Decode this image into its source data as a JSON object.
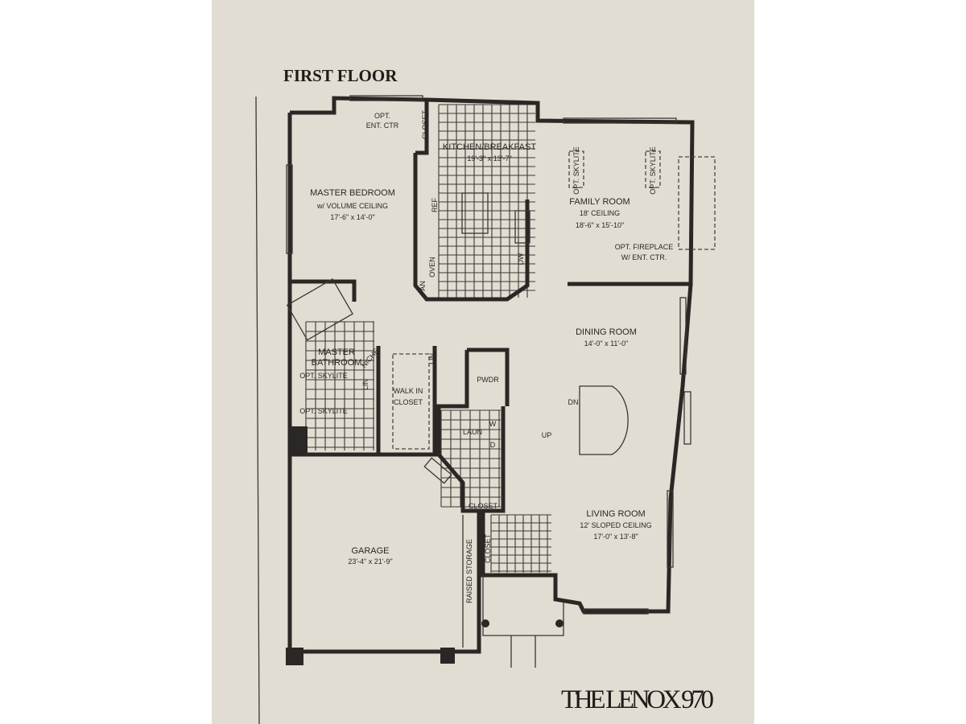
{
  "title": "FIRST FLOOR",
  "brand": "THE LENOX 970",
  "rooms": {
    "master_bedroom": {
      "name": "MASTER BEDROOM",
      "note": "w/ VOLUME CEILING",
      "size": "17'-6\" x 14'-0\""
    },
    "ent_ctr": {
      "line1": "OPT.",
      "line2": "ENT. CTR"
    },
    "closet_top": "CLOSET",
    "kitchen": {
      "name": "KITCHEN/BREAKFAST",
      "size": "19'-3\" x 13'-7\""
    },
    "ref": "REF",
    "oven": "OVEN",
    "pan": "PAN",
    "dw": "DW",
    "family_room": {
      "name": "FAMILY ROOM",
      "note": "18' CEILING",
      "size": "18'-6\" x 15'-10\""
    },
    "skylite": "OPT. SKYLITE",
    "fireplace": {
      "line1": "OPT. FIREPLACE",
      "line2": "W/ ENT. CTR."
    },
    "dining_room": {
      "name": "DINING ROOM",
      "size": "14'-0\" x 11'-0\""
    },
    "master_bath": {
      "line1": "MASTER",
      "line2": "BATHROOM",
      "skylite1": "OPT. SKYLITE",
      "skylite2": "OPT. SKYLITE",
      "niche": "NICHE",
      "lin": "LIN"
    },
    "walk_in_closet": {
      "line1": "WALK IN",
      "line2": "CLOSET"
    },
    "lin2": "LIN",
    "pwdr": "PWDR",
    "laun": "LAUN",
    "washer": "W",
    "dryer": "D",
    "closet_laun": "CLOSET",
    "closet_foyer": "CLOSET",
    "stairs": {
      "dn": "DN",
      "up": "UP"
    },
    "living_room": {
      "name": "LIVING ROOM",
      "note": "12' SLOPED CEILING",
      "size": "17'-0\" x 13'-8\""
    },
    "garage": {
      "name": "GARAGE",
      "size": "23'-4\" x 21'-9\""
    },
    "raised_storage": "RAISED STORAGE"
  }
}
